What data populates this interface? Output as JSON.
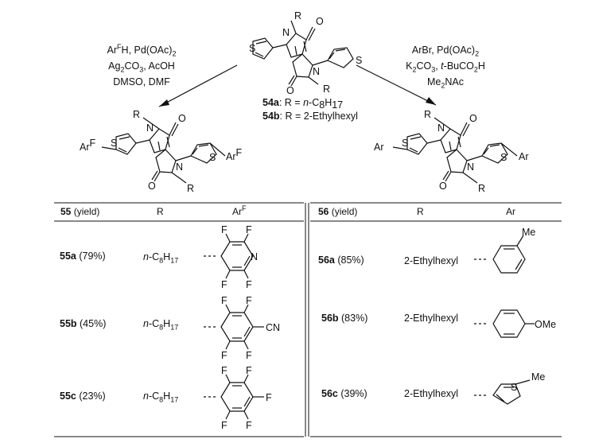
{
  "scheme": {
    "center_compound": {
      "atom_R": "R",
      "atom_O": "O",
      "atom_N": "N",
      "atom_S": "S",
      "label_a_id": "54a",
      "label_a_text": ": R = ",
      "label_a_value": "n",
      "label_a_rest": "-C",
      "label_a_sub": "8",
      "label_a_rest2": "H",
      "label_a_sub2": "17",
      "label_b_id": "54b",
      "label_b_text": ": R = 2-Ethylhexyl"
    },
    "left_conditions": {
      "line1_a": "Ar",
      "line1_sup": "F",
      "line1_b": "H, Pd(OAc)",
      "line1_sub": "2",
      "line2_a": "Ag",
      "line2_sub1": "2",
      "line2_b": "CO",
      "line2_sub2": "3",
      "line2_c": ", AcOH",
      "line3": "DMSO, DMF"
    },
    "right_conditions": {
      "line1_a": "ArBr, Pd(OAc)",
      "line1_sub": "2",
      "line2_a": "K",
      "line2_sub1": "2",
      "line2_b": "CO",
      "line2_sub2": "3",
      "line2_c": ", ",
      "line2_i": "t",
      "line2_d": "-BuCO",
      "line2_sub3": "2",
      "line2_e": "H",
      "line3_a": "Me",
      "line3_sub": "2",
      "line3_b": "NAc"
    },
    "left_product": {
      "ar": "Ar",
      "ar_sup": "F"
    },
    "right_product": {
      "ar": "Ar"
    }
  },
  "table_left": {
    "header": {
      "compound_id": "55",
      "compound_suffix": " (yield)",
      "r": "R",
      "ar": "Ar",
      "ar_sup": "F"
    },
    "rows": [
      {
        "id": "55a",
        "yield": " (79%)",
        "r_italic": "n",
        "r_a": "-C",
        "r_sub1": "8",
        "r_b": "H",
        "r_sub2": "17"
      },
      {
        "id": "55b",
        "yield": " (45%)",
        "r_italic": "n",
        "r_a": "-C",
        "r_sub1": "8",
        "r_b": "H",
        "r_sub2": "17"
      },
      {
        "id": "55c",
        "yield": " (23%)",
        "r_italic": "n",
        "r_a": "-C",
        "r_sub1": "8",
        "r_b": "H",
        "r_sub2": "17"
      }
    ],
    "atom_F": "F",
    "atom_N": "N",
    "group_CN": "CN"
  },
  "table_right": {
    "header": {
      "compound_id": "56",
      "compound_suffix": " (yield)",
      "r": "R",
      "ar": "Ar"
    },
    "rows": [
      {
        "id": "56a",
        "yield": " (85%)",
        "r": "2-Ethylhexyl"
      },
      {
        "id": "56b",
        "yield": " (83%)",
        "r": "2-Ethylhexyl"
      },
      {
        "id": "56c",
        "yield": " (39%)",
        "r": "2-Ethylhexyl"
      }
    ],
    "group_Me": "Me",
    "group_OMe": "OMe",
    "atom_S": "S"
  }
}
